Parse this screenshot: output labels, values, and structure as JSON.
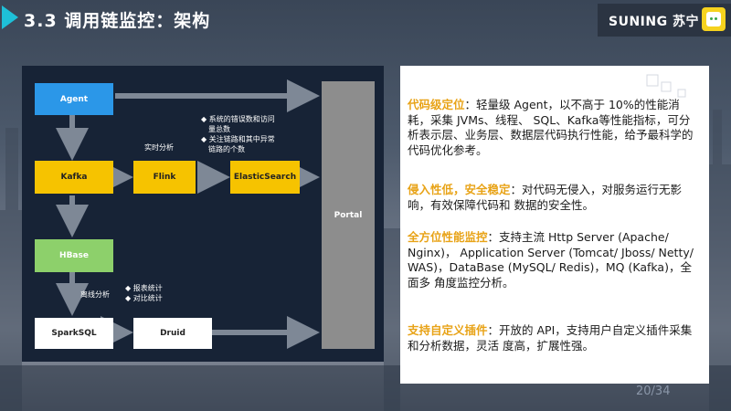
{
  "header": {
    "title": "3.3 调用链监控：架构",
    "brand_text": "SUNING 苏宁"
  },
  "diagram": {
    "agent": "Agent",
    "kafka": "Kafka",
    "flink": "Flink",
    "elasticsearch": "ElasticSearch",
    "hbase": "HBase",
    "sparksql": "SparkSQL",
    "druid": "Druid",
    "portal": "Portal",
    "realtime_label": "实时分析",
    "offline_label": "离线分析",
    "realtime_notes": [
      "◆ 系统的错误数和访问",
      "量总数",
      "◆ 关注链路和其中异常",
      "链路的个数"
    ],
    "offline_notes": [
      "◆ 报表统计",
      "◆ 对比统计"
    ]
  },
  "panel": {
    "p1_title": "代码级定位",
    "p1_body": "：轻量级 Agent，以不高于 10%的性能消耗，采集 JVMs、线程、 SQL、Kafka等性能指标，可分析表示层、业务层、数据层代码执行性能，给予最科学的代码优化参考。",
    "p2_title": "侵入性低，安全稳定",
    "p2_body": "：对代码无侵入，对服务运行无影响，有效保障代码和 数据的安全性。",
    "p3_title": "全方位性能监控",
    "p3_body": "：支持主流 Http Server (Apache/ Nginx)， Application Server (Tomcat/ Jboss/ Netty/ WAS)，DataBase (MySQL/ Redis)，MQ (Kafka)，全面多 角度监控分析。",
    "p4_title": "支持自定义插件",
    "p4_body": "：开放的 API，支持用户自定义插件采集和分析数据，灵活 度高，扩展性强。"
  },
  "page_number": "20/34",
  "colors": {
    "accent_cyan": "#1ec0d8",
    "highlight_orange": "#e8a317",
    "agent_blue": "#2b97e8",
    "kafka_yellow": "#f6c300",
    "hbase_green": "#8dd06b",
    "diagram_bg": "#172336"
  }
}
